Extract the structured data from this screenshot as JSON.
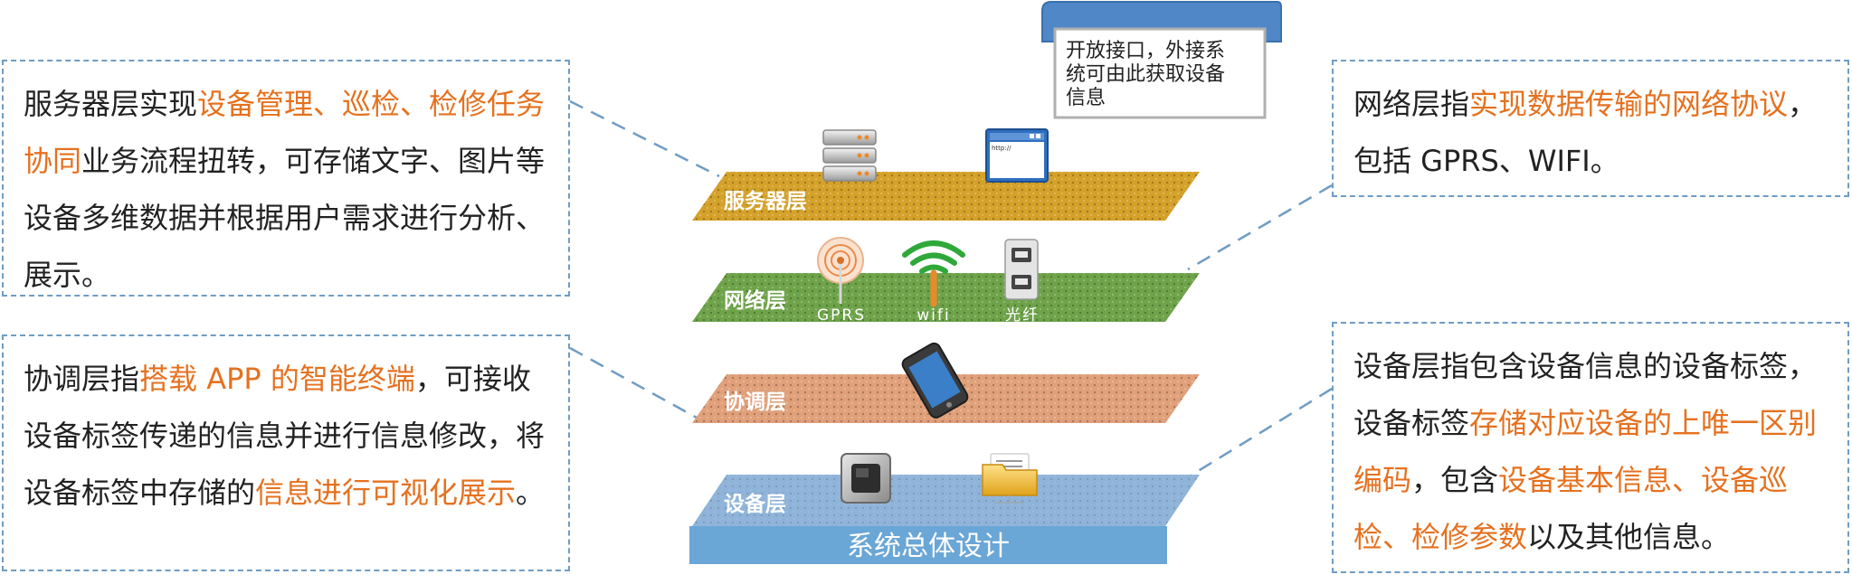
{
  "callout": {
    "lines": [
      "开放接口，外接系",
      "统可由此获取设备",
      "信息"
    ]
  },
  "layers": {
    "server": "服务器层",
    "network": "网络层",
    "coordination": "协调层",
    "device": "设备层"
  },
  "network_icons": {
    "gprs": "GPRS",
    "wifi": "wifi",
    "fiber": "光纤"
  },
  "browser_url": "http://",
  "base_label": "系统总体设计",
  "descriptions": {
    "server": {
      "t1": "服务器层实现",
      "h1": "设备管理、巡检、检修任务协同",
      "t2": "业务流程扭转，可存储文字、图片等设备多维数据并根据用户需求进行分析、展示。"
    },
    "coordination": {
      "t1": "协调层指",
      "h1": "搭载 APP 的智能终端",
      "t2": "，可接收设备标签传递的信息并进行信息修改，将设备标签中存储的",
      "h2": "信息进行可视化展示",
      "t3": "。"
    },
    "network": {
      "t1": "网络层指",
      "h1": "实现数据传输的网络协议",
      "t2": "，包括 GPRS、WIFI。"
    },
    "device": {
      "t1": "设备层指包含设备信息的设备标签，设备标签",
      "h1": "存储对应设备的上唯一区别编码",
      "t2": "，包含",
      "h2": "设备基本信息、设备巡检、检修参数",
      "t3": "以及其他信息。"
    }
  },
  "colors": {
    "server_layer": "#d4a12a",
    "network_layer": "#6ea34a",
    "coordination_layer": "#e0a07a",
    "device_layer": "#6f9fcf",
    "base": "#6aa6d6",
    "highlight": "#e5711f",
    "dashed_border": "#6f9cc4"
  }
}
